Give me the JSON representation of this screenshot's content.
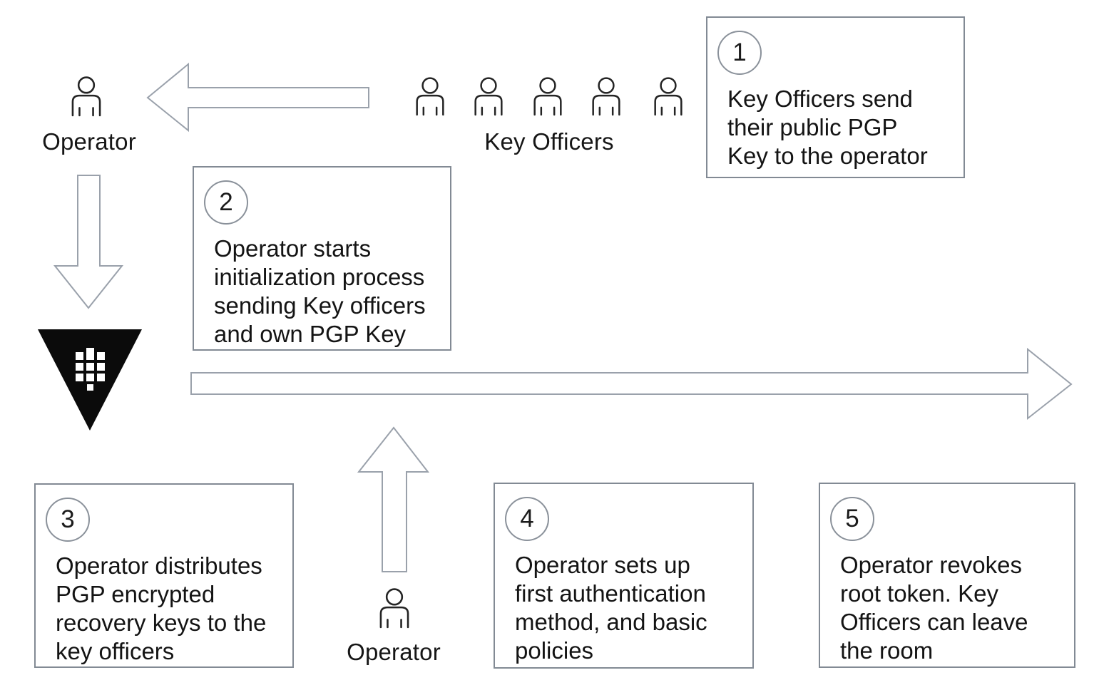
{
  "diagram": {
    "title_semantic": "vault-initialization-process",
    "colors": {
      "box_border": "#828a94",
      "arrow_stroke": "#9aa1ab",
      "text": "#161616",
      "vault_logo": "#0b0b0b"
    },
    "actors": {
      "operator_top": {
        "label": "Operator"
      },
      "key_officers": {
        "label": "Key Officers",
        "icon_count": 5
      },
      "operator_bottom": {
        "label": "Operator"
      }
    },
    "steps": [
      {
        "number": "1",
        "text": "Key Officers send\ntheir public PGP\nKey to the operator"
      },
      {
        "number": "2",
        "text": "Operator starts\ninitialization process\nsending Key officers\nand own PGP Key"
      },
      {
        "number": "3",
        "text": "Operator distributes\nPGP encrypted\nrecovery keys to the\nkey officers"
      },
      {
        "number": "4",
        "text": "Operator sets up\nfirst authentication\nmethod, and basic\npolicies"
      },
      {
        "number": "5",
        "text": "Operator revokes\nroot token. Key\nOfficers can leave\nthe room"
      }
    ]
  }
}
